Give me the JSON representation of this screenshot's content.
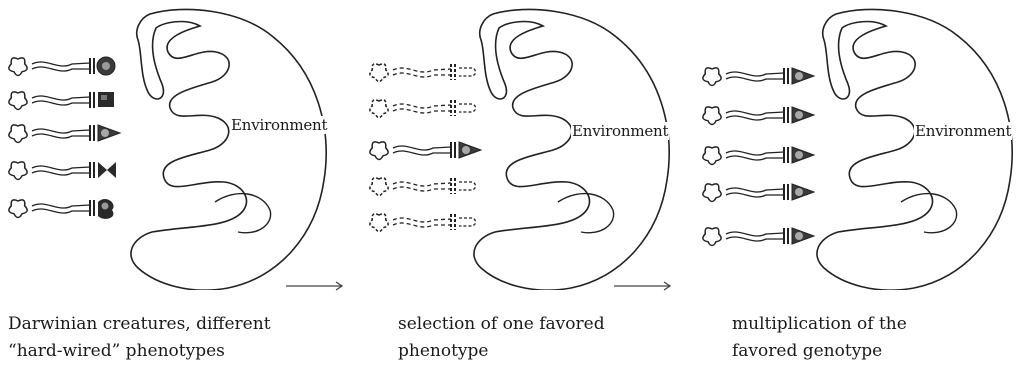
{
  "environment_label": "Environment",
  "panels": [
    {
      "caption_line1": "Darwinian creatures, different",
      "caption_line2": "“hard-wired” phenotypes",
      "keys": [
        "disc",
        "square",
        "triangle",
        "bowtie",
        "blob"
      ],
      "dashed": [
        false,
        false,
        false,
        false,
        false
      ]
    },
    {
      "caption_line1": "selection of one favored",
      "caption_line2": "phenotype",
      "keys": [
        "none",
        "none",
        "triangle",
        "none",
        "none"
      ],
      "dashed": [
        true,
        true,
        false,
        true,
        true
      ]
    },
    {
      "caption_line1": "multiplication of the",
      "caption_line2": "favored genotype",
      "keys": [
        "triangle",
        "triangle",
        "triangle",
        "triangle",
        "triangle"
      ],
      "dashed": [
        false,
        false,
        false,
        false,
        false
      ]
    }
  ]
}
